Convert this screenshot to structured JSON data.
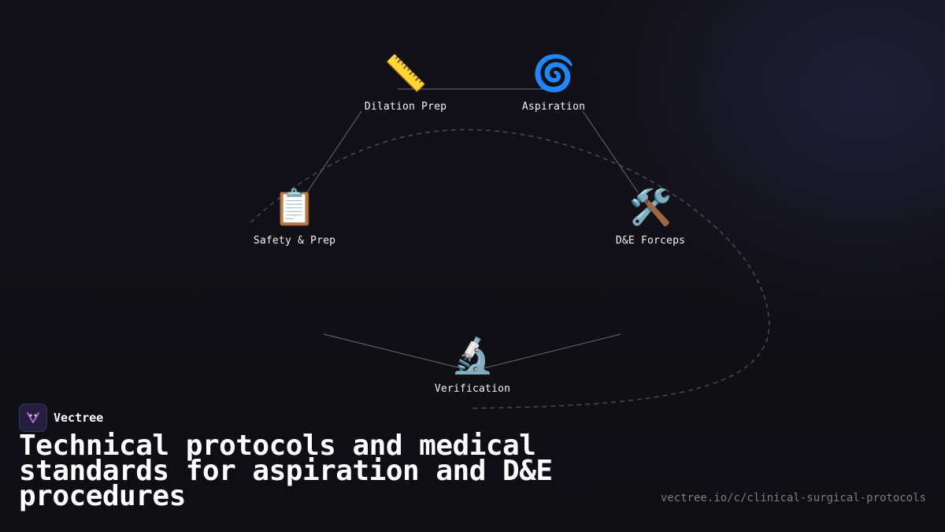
{
  "nodes": [
    {
      "id": "dilation-prep",
      "label": "Dilation Prep",
      "icon": "ruler-icon",
      "glyph": "📏"
    },
    {
      "id": "aspiration",
      "label": "Aspiration",
      "icon": "cyclone-icon",
      "glyph": "🌀"
    },
    {
      "id": "safety-prep",
      "label": "Safety & Prep",
      "icon": "clipboard-icon",
      "glyph": "📋"
    },
    {
      "id": "de-forceps",
      "label": "D&E Forceps",
      "icon": "hammer-wrench-icon",
      "glyph": "🛠️"
    },
    {
      "id": "verification",
      "label": "Verification",
      "icon": "microscope-icon",
      "glyph": "🔬"
    }
  ],
  "brand": {
    "name": "Vectree",
    "logo_icon": "vectree-logo-icon"
  },
  "headline": "Technical protocols and medical standards for aspiration and D&E procedures",
  "url": "vectree.io/c/clinical-surgical-protocols",
  "colors": {
    "background": "#111016",
    "edge": "#6b6b74",
    "dashed_curve": "#4a4a52",
    "logo_accent": "#b46be0"
  }
}
